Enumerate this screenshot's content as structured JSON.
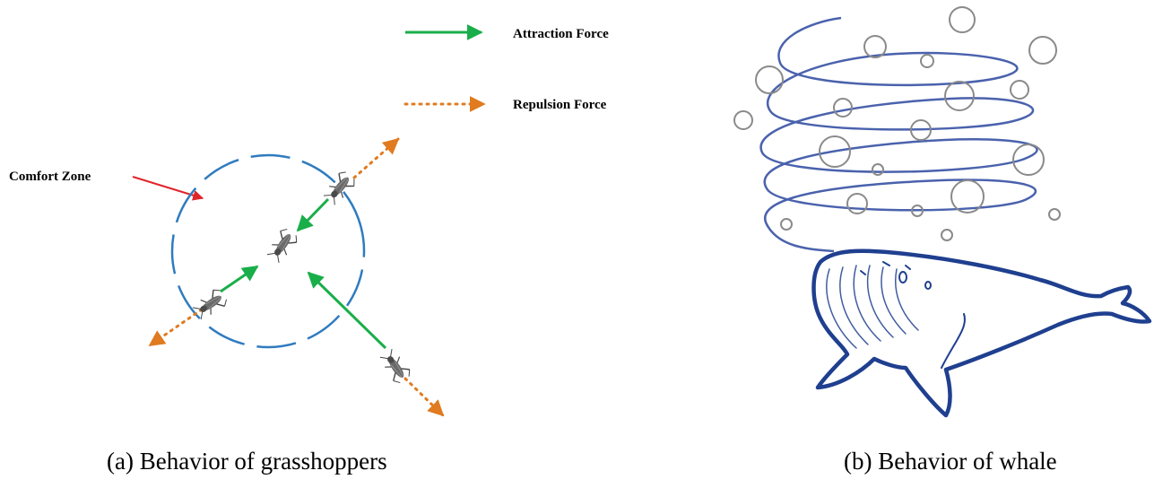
{
  "legend": {
    "attraction_label": "Attraction Force",
    "repulsion_label": "Repulsion Force"
  },
  "panel_a": {
    "comfort_zone_label": "Comfort Zone",
    "caption": "(a) Behavior of grasshoppers"
  },
  "panel_b": {
    "caption": "(b) Behavior of whale"
  },
  "colors": {
    "attraction": "#1aae4a",
    "repulsion": "#e07b20",
    "comfort_pointer": "#e0242a",
    "comfort_circle": "#2f7bbf",
    "spiral": "#4a62ad",
    "whale_outline": "#1f3f8f",
    "bubble": "#8a8a8a"
  }
}
